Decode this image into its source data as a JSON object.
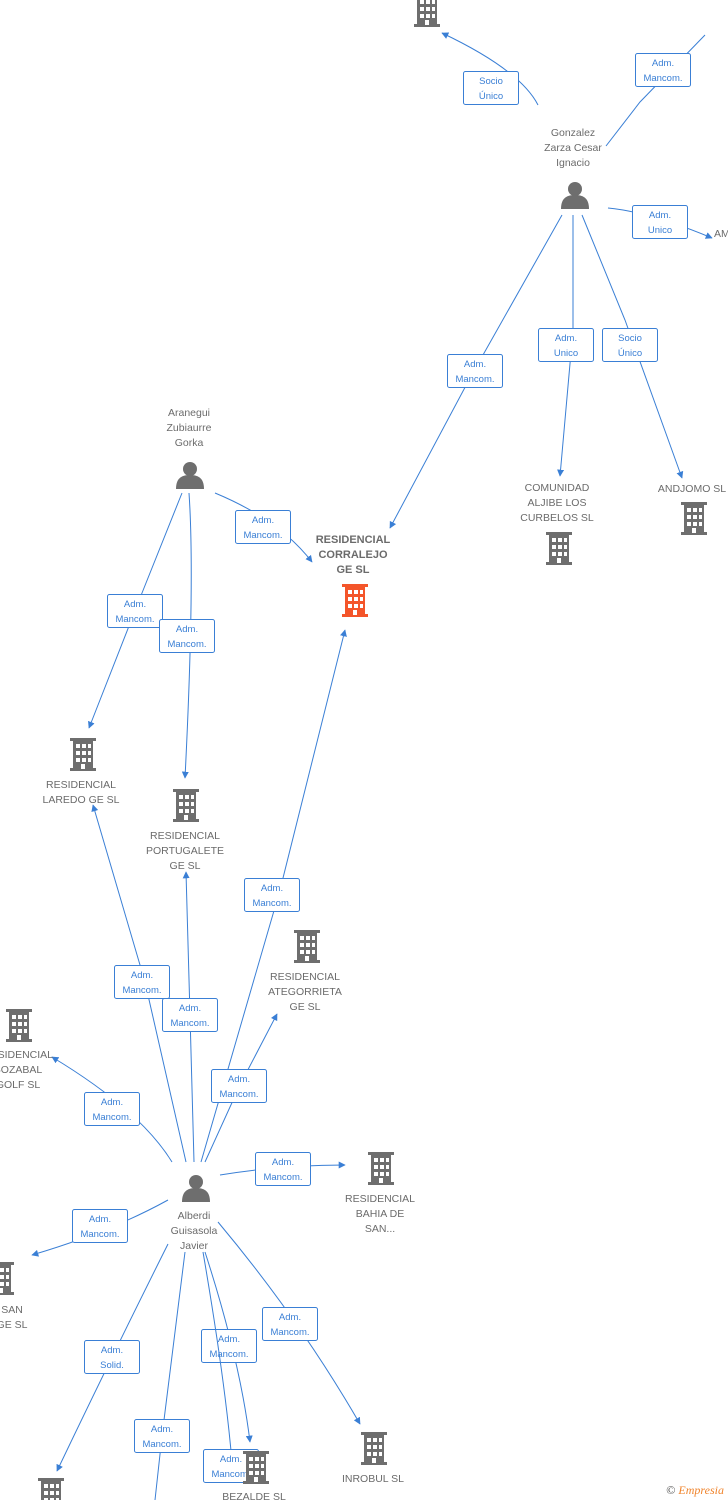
{
  "colors": {
    "edge": "#3a7fd5",
    "node": "#6e6e6e",
    "highlight": "#f4552a"
  },
  "nodes": [
    {
      "id": "top_company",
      "type": "company",
      "label": []
    },
    {
      "id": "gonzalez",
      "type": "person",
      "label": [
        "Gonzalez",
        "Zarza Cesar",
        "Ignacio"
      ]
    },
    {
      "id": "am_partial",
      "type": "company",
      "label": [
        "AM"
      ]
    },
    {
      "id": "aranegui",
      "type": "person",
      "label": [
        "Aranegui",
        "Zubiaurre",
        "Gorka"
      ]
    },
    {
      "id": "corralejo",
      "type": "company",
      "main": true,
      "label": [
        "RESIDENCIAL",
        "CORRALEJO",
        "GE  SL"
      ]
    },
    {
      "id": "aljibe",
      "type": "company",
      "label": [
        "COMUNIDAD",
        "ALJIBE LOS",
        "CURBELOS  SL"
      ]
    },
    {
      "id": "andjomo",
      "type": "company",
      "label": [
        "ANDJOMO  SL"
      ]
    },
    {
      "id": "laredo",
      "type": "company",
      "label": [
        "RESIDENCIAL",
        "LAREDO GE  SL"
      ]
    },
    {
      "id": "portugalete",
      "type": "company",
      "label": [
        "RESIDENCIAL",
        "PORTUGALETE",
        "GE  SL"
      ]
    },
    {
      "id": "ategorrieta",
      "type": "company",
      "label": [
        "RESIDENCIAL",
        "ATEGORRIETA",
        "GE  SL"
      ]
    },
    {
      "id": "sozabal",
      "type": "company",
      "label": [
        "RESIDENCIAL",
        "SOZABAL",
        "GOLF  SL"
      ]
    },
    {
      "id": "bahia",
      "type": "company",
      "label": [
        "RESIDENCIAL",
        "BAHIA DE",
        "SAN..."
      ]
    },
    {
      "id": "alberdi",
      "type": "person",
      "label": [
        "Alberdi",
        "Guisasola",
        "Javier"
      ]
    },
    {
      "id": "san_ge",
      "type": "company",
      "label": [
        "SAN",
        "GE  SL"
      ]
    },
    {
      "id": "inrobul",
      "type": "company",
      "label": [
        "INROBUL SL"
      ]
    },
    {
      "id": "bezalde",
      "type": "company",
      "label": [
        "BEZALDE SL"
      ]
    },
    {
      "id": "bottom_left",
      "type": "company",
      "label": []
    }
  ],
  "edges": [
    {
      "from": "gonzalez",
      "to": "top_company",
      "label": [
        "Socio",
        "Único"
      ]
    },
    {
      "from": "gonzalez",
      "to": "offscreen_top_right",
      "label": [
        "Adm.",
        "Mancom."
      ]
    },
    {
      "from": "gonzalez",
      "to": "am_partial",
      "label": [
        "Adm.",
        "Unico"
      ]
    },
    {
      "from": "gonzalez",
      "to": "corralejo",
      "label": [
        "Adm.",
        "Mancom."
      ]
    },
    {
      "from": "gonzalez",
      "to": "aljibe",
      "label": [
        "Adm.",
        "Unico"
      ]
    },
    {
      "from": "gonzalez",
      "to": "andjomo",
      "label": [
        "Socio",
        "Único"
      ]
    },
    {
      "from": "aranegui",
      "to": "corralejo",
      "label": [
        "Adm.",
        "Mancom."
      ]
    },
    {
      "from": "aranegui",
      "to": "laredo",
      "label": [
        "Adm.",
        "Mancom."
      ]
    },
    {
      "from": "aranegui",
      "to": "portugalete",
      "label": [
        "Adm.",
        "Mancom."
      ]
    },
    {
      "from": "alberdi",
      "to": "corralejo",
      "label": [
        "Adm.",
        "Mancom."
      ]
    },
    {
      "from": "alberdi",
      "to": "laredo",
      "label": [
        "Adm.",
        "Mancom."
      ]
    },
    {
      "from": "alberdi",
      "to": "portugalete",
      "label": [
        "Adm.",
        "Mancom."
      ]
    },
    {
      "from": "alberdi",
      "to": "ategorrieta",
      "label": [
        "Adm.",
        "Mancom."
      ]
    },
    {
      "from": "alberdi",
      "to": "sozabal",
      "label": [
        "Adm.",
        "Mancom."
      ]
    },
    {
      "from": "alberdi",
      "to": "bahia",
      "label": [
        "Adm.",
        "Mancom."
      ]
    },
    {
      "from": "alberdi",
      "to": "san_ge",
      "label": [
        "Adm.",
        "Mancom."
      ]
    },
    {
      "from": "alberdi",
      "to": "inrobul",
      "label": [
        "Adm.",
        "Mancom."
      ]
    },
    {
      "from": "alberdi",
      "to": "bezalde",
      "label": [
        "Adm.",
        "Mancom."
      ]
    },
    {
      "from": "alberdi",
      "to": "bezalde",
      "label": [
        "Adm.",
        "Mancom."
      ]
    },
    {
      "from": "alberdi",
      "to": "bottom_left",
      "label": [
        "Adm.",
        "Solid."
      ]
    },
    {
      "from": "alberdi",
      "to": "offscreen_bottom",
      "label": [
        "Adm.",
        "Mancom."
      ]
    }
  ],
  "watermark": {
    "symbol": "©",
    "brand_initial": "E",
    "brand_rest": "mpresia"
  }
}
